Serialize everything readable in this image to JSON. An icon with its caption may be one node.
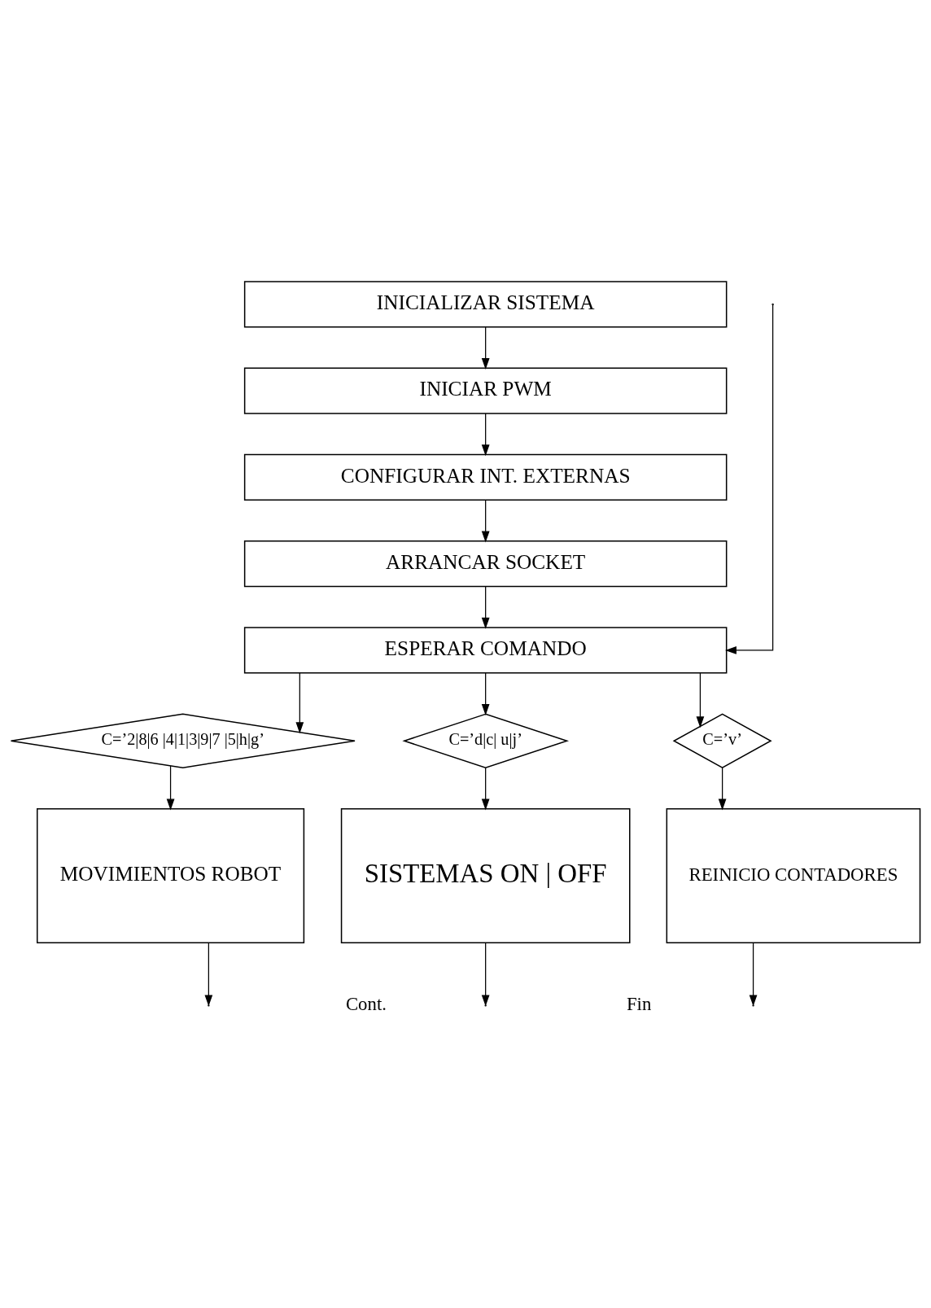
{
  "diagram": {
    "nodes": [
      {
        "text": [
          "INICIALIZAR SISTEMA"
        ]
      },
      {
        "text": [
          "INICIAR PWM"
        ]
      },
      {
        "text": [
          "CONFIGURAR INT. EXTERNAS"
        ]
      },
      {
        "text": [
          "ARRANCAR SOCKET"
        ]
      },
      {
        "text": [
          "ESPERAR COMANDO"
        ]
      },
      {
        "text": [
          "C=’2|8|6 |4|1|3|9|7 |5|h|g’"
        ]
      },
      {
        "text": [
          "C=’d|c| u|j’"
        ]
      },
      {
        "text": [
          "C=’v’"
        ]
      },
      {
        "text": [
          "MOVIMIENTOS ROBOT"
        ]
      },
      {
        "text": [
          "SISTEMAS ON | OFF"
        ]
      },
      {
        "text": [
          "REINICIO CONTADORES"
        ]
      }
    ],
    "edges": [
      {
        "from": 0,
        "to": 1,
        "arrow": "to"
      },
      {
        "from": 1,
        "to": 2,
        "arrow": "to"
      },
      {
        "from": 2,
        "to": 3,
        "arrow": "to"
      },
      {
        "from": 3,
        "to": 4,
        "arrow": "to"
      },
      {
        "from": null,
        "to": 4,
        "arrow": "to"
      },
      {
        "from": 4,
        "to": 5,
        "arrow": "to"
      },
      {
        "from": 4,
        "to": 6,
        "arrow": "to"
      },
      {
        "from": 4,
        "to": 7,
        "arrow": "to"
      },
      {
        "from": 5,
        "to": 8,
        "arrow": "to"
      },
      {
        "from": 6,
        "to": 9,
        "arrow": "to"
      },
      {
        "from": 7,
        "to": 10,
        "arrow": "to"
      },
      {
        "from": 8,
        "to": null,
        "arrow": "to"
      },
      {
        "from": 9,
        "to": null,
        "arrow": "to"
      },
      {
        "from": 10,
        "to": null,
        "arrow": "to"
      }
    ],
    "labels": [
      "Cont.",
      "Fin"
    ]
  }
}
